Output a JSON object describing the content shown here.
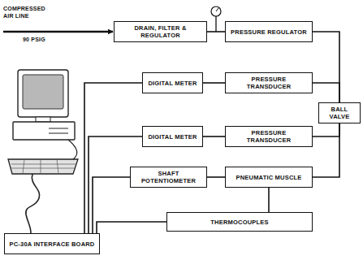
{
  "diagram": {
    "nodes": [
      {
        "text": [
          "DRAIN, FILTER & REGULATOR"
        ]
      },
      {
        "text": [
          "PRESSURE REGULATOR"
        ]
      },
      {
        "text": [
          "DIGITAL METER"
        ]
      },
      {
        "text": [
          "PRESSURE TRANSDUCER"
        ]
      },
      {
        "text": [
          "BALL VALVE"
        ]
      },
      {
        "text": [
          "DIGITAL METER"
        ]
      },
      {
        "text": [
          "PRESSURE TRANSDUCER"
        ]
      },
      {
        "text": [
          "SHAFT POTENTIOMETER"
        ]
      },
      {
        "text": [
          "PNEUMATIC MUSCLE"
        ]
      },
      {
        "text": [
          "THERMOCOUPLES"
        ]
      },
      {
        "text": [
          "PC-30A INTERFACE BOARD"
        ]
      }
    ],
    "edges": [
      {
        "from": 0,
        "to": 1,
        "arrow": "none"
      },
      {
        "from": 1,
        "to": 4,
        "arrow": "none"
      },
      {
        "from": 3,
        "to": 2,
        "arrow": "none"
      },
      {
        "from": 3,
        "to": 4,
        "arrow": "none"
      },
      {
        "from": 6,
        "to": 5,
        "arrow": "none"
      },
      {
        "from": 6,
        "to": 4,
        "arrow": "none"
      },
      {
        "from": 8,
        "to": 4,
        "arrow": "none"
      },
      {
        "from": 7,
        "to": 8,
        "arrow": "none"
      },
      {
        "from": 8,
        "to": 9,
        "arrow": "none"
      },
      {
        "from": 10,
        "to": 2,
        "arrow": "none"
      },
      {
        "from": 10,
        "to": 5,
        "arrow": "none"
      },
      {
        "from": 10,
        "to": 7,
        "arrow": "none"
      },
      {
        "from": 10,
        "to": 9,
        "arrow": "none"
      }
    ],
    "labels": [
      "COMPRESSED AIR LINE",
      "90 PSIG"
    ]
  }
}
